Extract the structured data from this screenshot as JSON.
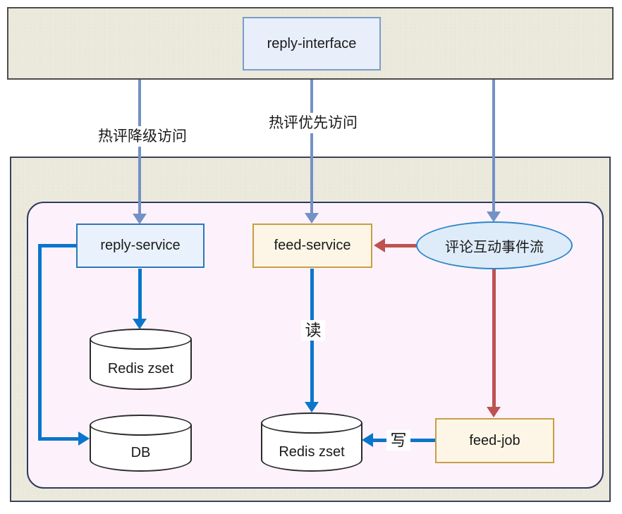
{
  "diagram": {
    "nodes": {
      "reply_interface": {
        "label": "reply-interface"
      },
      "reply_service": {
        "label": "reply-service"
      },
      "feed_service": {
        "label": "feed-service"
      },
      "event_stream": {
        "label": "评论互动事件流"
      },
      "redis_left": {
        "label": "Redis zset"
      },
      "db": {
        "label": "DB"
      },
      "redis_center": {
        "label": "Redis zset"
      },
      "feed_job": {
        "label": "feed-job"
      }
    },
    "edge_labels": {
      "degraded_access": "热评降级访问",
      "priority_access": "热评优先访问",
      "read": "读",
      "write": "写"
    },
    "colors": {
      "band_fill": "#ebe9dc",
      "top_band_border": "#4c4c4c",
      "bottom_band_border": "#3a4257",
      "inner_panel_fill": "#fdf2fc",
      "inner_panel_border": "#2e3a5e",
      "steel_arrow": "#7391c5",
      "blue_arrow": "#0a76cb",
      "red_arrow": "#bd5350",
      "blue_node_fill": "#e9f2fc",
      "blue_node_border": "#2e76b8",
      "interface_node_fill": "#e8effb",
      "interface_node_border": "#7c9cc9",
      "cream_node_fill": "#fdf6e6",
      "cream_node_border": "#c89e44",
      "ellipse_fill": "#ddecf8",
      "ellipse_border": "#2e87c9",
      "cylinder_border": "#2b2b2b"
    }
  }
}
